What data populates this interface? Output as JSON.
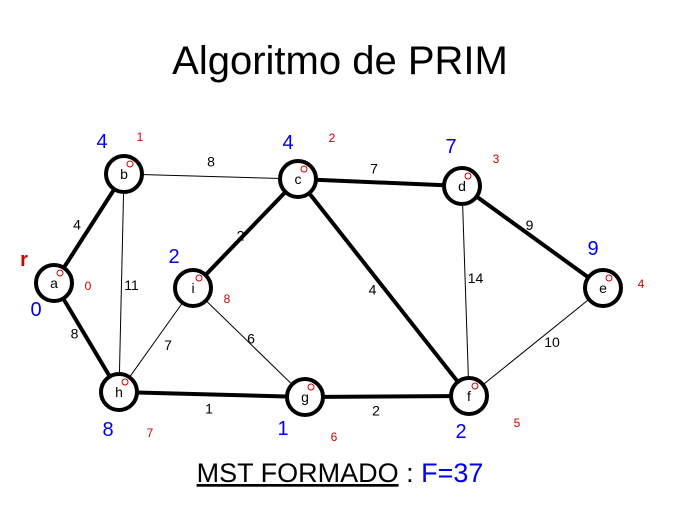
{
  "title": "Algoritmo de PRIM",
  "root_marker": "r",
  "colors": {
    "key": "#0000ee",
    "order": "#cc0000",
    "root": "#cc0000",
    "footer_value": "#0000ee"
  },
  "vertices": [
    {
      "id": "a",
      "label": "a",
      "key": "0",
      "order": "0"
    },
    {
      "id": "b",
      "label": "b",
      "key": "4",
      "order": "1"
    },
    {
      "id": "c",
      "label": "c",
      "key": "4",
      "order": "2"
    },
    {
      "id": "d",
      "label": "d",
      "key": "7",
      "order": "3"
    },
    {
      "id": "e",
      "label": "e",
      "key": "9",
      "order": "4"
    },
    {
      "id": "f",
      "label": "f",
      "key": "2",
      "order": "5"
    },
    {
      "id": "g",
      "label": "g",
      "key": "1",
      "order": "6"
    },
    {
      "id": "h",
      "label": "h",
      "key": "8",
      "order": "7"
    },
    {
      "id": "i",
      "label": "i",
      "key": "2",
      "order": "8"
    }
  ],
  "edges": [
    {
      "from": "a",
      "to": "b",
      "weight": "4",
      "in_mst": true
    },
    {
      "from": "a",
      "to": "h",
      "weight": "8",
      "in_mst": true
    },
    {
      "from": "b",
      "to": "c",
      "weight": "8",
      "in_mst": false
    },
    {
      "from": "b",
      "to": "h",
      "weight": "11",
      "in_mst": false
    },
    {
      "from": "c",
      "to": "d",
      "weight": "7",
      "in_mst": true
    },
    {
      "from": "c",
      "to": "i",
      "weight": "2",
      "in_mst": true
    },
    {
      "from": "c",
      "to": "f",
      "weight": "4",
      "in_mst": true
    },
    {
      "from": "d",
      "to": "e",
      "weight": "9",
      "in_mst": true
    },
    {
      "from": "d",
      "to": "f",
      "weight": "14",
      "in_mst": false
    },
    {
      "from": "e",
      "to": "f",
      "weight": "10",
      "in_mst": false
    },
    {
      "from": "f",
      "to": "g",
      "weight": "2",
      "in_mst": true
    },
    {
      "from": "g",
      "to": "h",
      "weight": "1",
      "in_mst": true
    },
    {
      "from": "g",
      "to": "i",
      "weight": "6",
      "in_mst": false
    },
    {
      "from": "h",
      "to": "i",
      "weight": "7",
      "in_mst": false
    }
  ],
  "footer": {
    "label": "MST FORMADO",
    "separator": " : ",
    "value": "F=37"
  }
}
